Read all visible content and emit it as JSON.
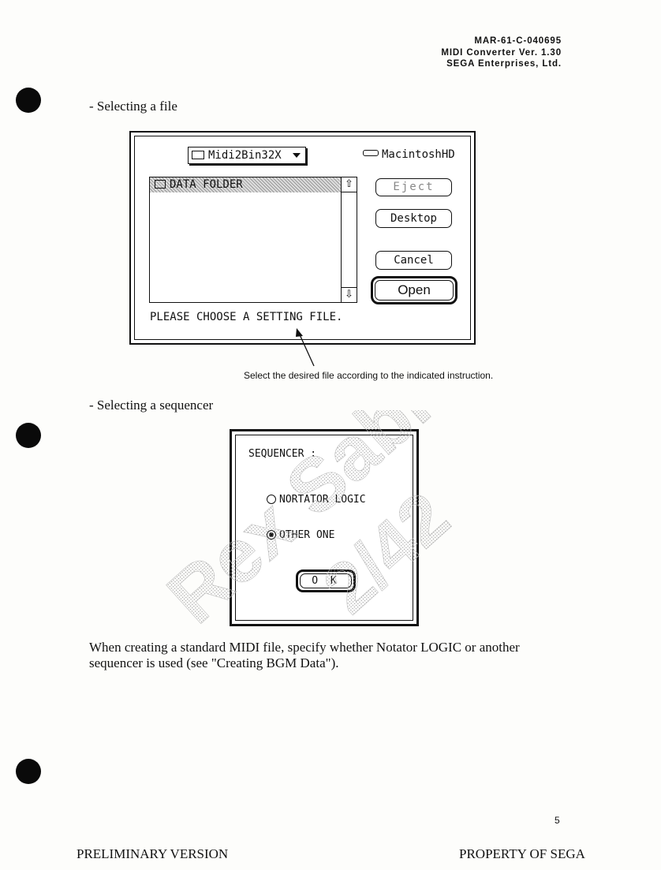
{
  "header": {
    "doc_id": "MAR-61-C-040695",
    "product": "MIDI Converter Ver. 1.30",
    "company": "SEGA Enterprises, Ltd."
  },
  "section1": {
    "title": "- Selecting a file"
  },
  "file_dialog": {
    "folder_popup": "Midi2Bin32X",
    "disk_name": "MacintoshHD",
    "list_items": [
      "DATA FOLDER"
    ],
    "buttons": {
      "eject": "Eject",
      "desktop": "Desktop",
      "cancel": "Cancel",
      "open": "Open"
    },
    "instruction": "PLEASE CHOOSE A SETTING FILE."
  },
  "caption": "Select the desired file according to the indicated instruction.",
  "section2": {
    "title": "- Selecting a sequencer"
  },
  "sequencer_dialog": {
    "label": "SEQUENCER :",
    "options": [
      {
        "label": "NORTATOR LOGIC",
        "selected": false
      },
      {
        "label": "OTHER ONE",
        "selected": true
      }
    ],
    "ok": "O K"
  },
  "body_text": "When creating a standard MIDI file, specify whether Notator LOGIC or another sequencer is used (see \"Creating BGM Data\").",
  "page_number": "5",
  "footer": {
    "left": "PRELIMINARY VERSION",
    "right": "PROPERTY OF SEGA"
  },
  "watermark": {
    "line1": "Rex Sabio",
    "line2": "2/42"
  }
}
